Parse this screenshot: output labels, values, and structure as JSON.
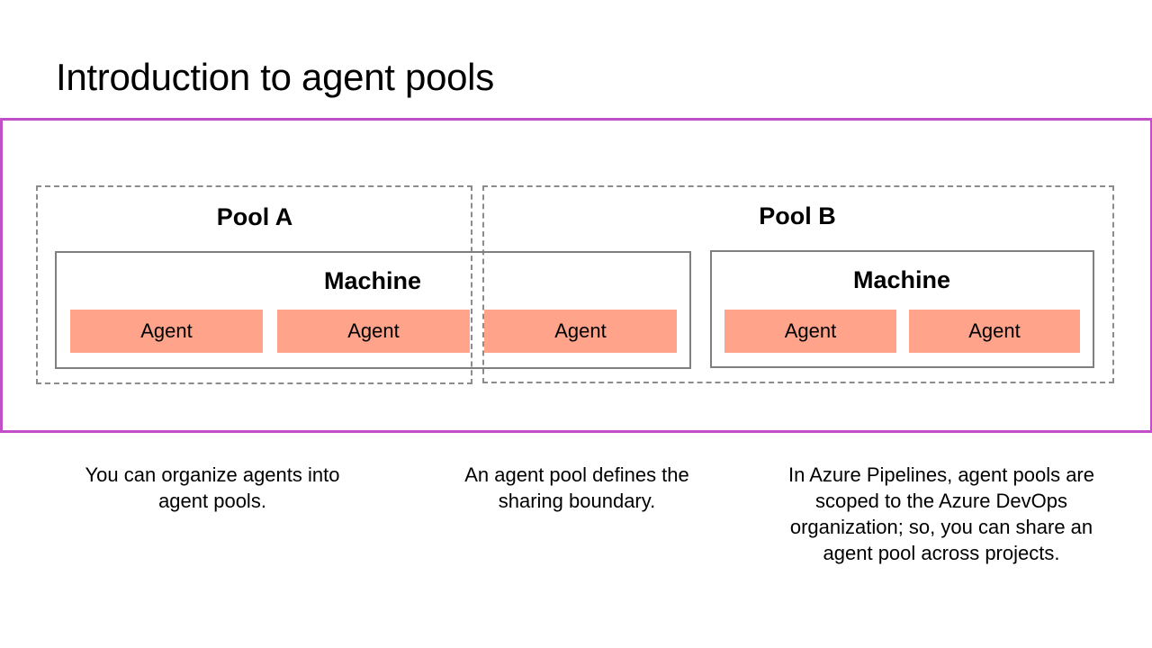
{
  "title": "Introduction to agent pools",
  "colors": {
    "frame_border": "#c04fc8",
    "agent_fill": "#ffa38b",
    "pool_border": "#8c8c8c",
    "machine_border": "#7f7f7f"
  },
  "pools": [
    {
      "label": "Pool A"
    },
    {
      "label": "Pool B"
    }
  ],
  "machines": [
    {
      "label": "Machine"
    },
    {
      "label": "Machine"
    }
  ],
  "agents": [
    {
      "label": "Agent"
    },
    {
      "label": "Agent"
    },
    {
      "label": "Agent"
    },
    {
      "label": "Agent"
    },
    {
      "label": "Agent"
    }
  ],
  "captions": [
    {
      "text": "You can organize agents into agent pools."
    },
    {
      "text": "An agent pool defines the sharing boundary."
    },
    {
      "text": "In Azure Pipelines, agent pools are scoped to the Azure DevOps organization; so, you can share an agent pool across projects."
    }
  ]
}
